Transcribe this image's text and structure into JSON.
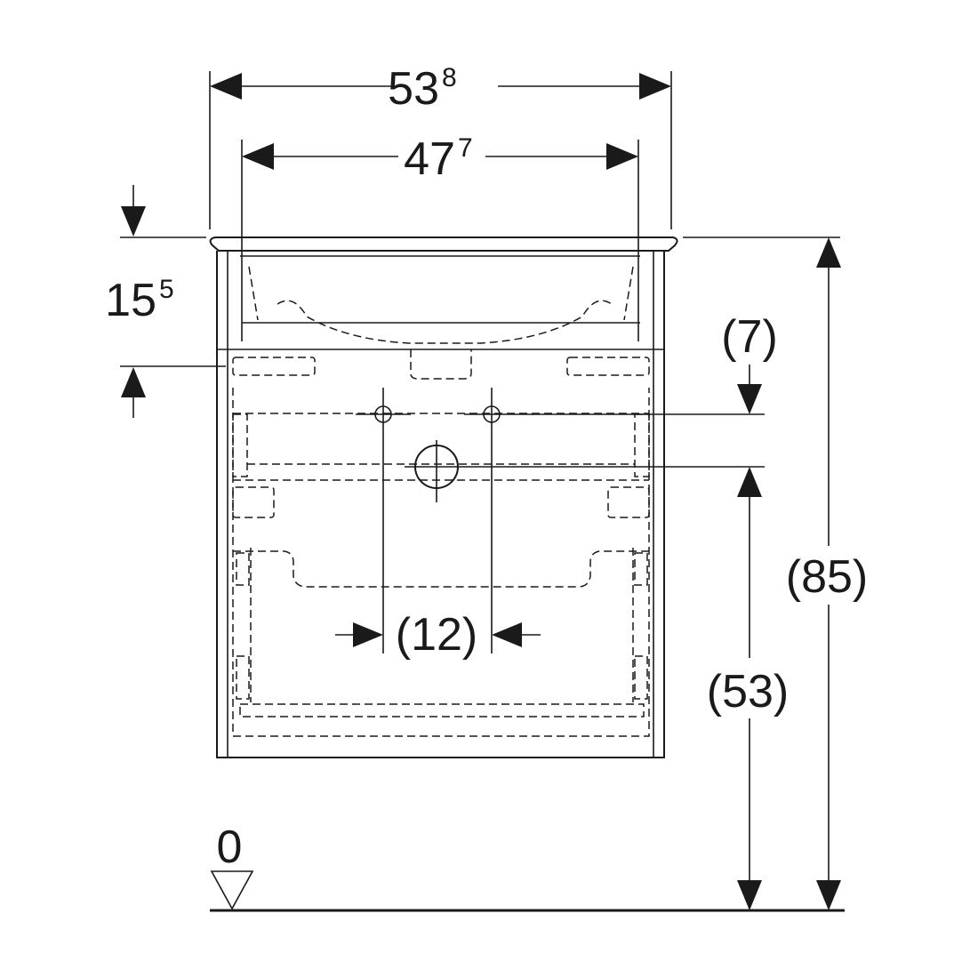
{
  "dimensions": {
    "overall_width": {
      "main": "53",
      "sup": "8"
    },
    "basin_width": {
      "main": "47",
      "sup": "7"
    },
    "top_height": {
      "main": "15",
      "sup": "5"
    },
    "drain_offset": "(7)",
    "tap_spacing": "(12)",
    "drain_height": "(53)",
    "total_height": "(85)",
    "floor_level": "0"
  }
}
